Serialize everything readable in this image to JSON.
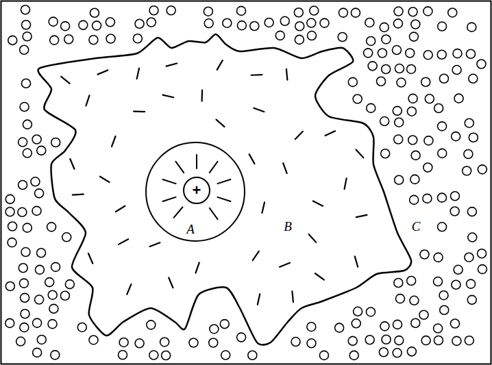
{
  "diagram": {
    "nodes": [
      {
        "text": [
          "B"
        ]
      },
      {
        "text": [
          "A"
        ],
        "in": 0
      },
      {
        "text": [
          "+"
        ],
        "in": 1
      }
    ],
    "labels": [
      "C"
    ]
  }
}
